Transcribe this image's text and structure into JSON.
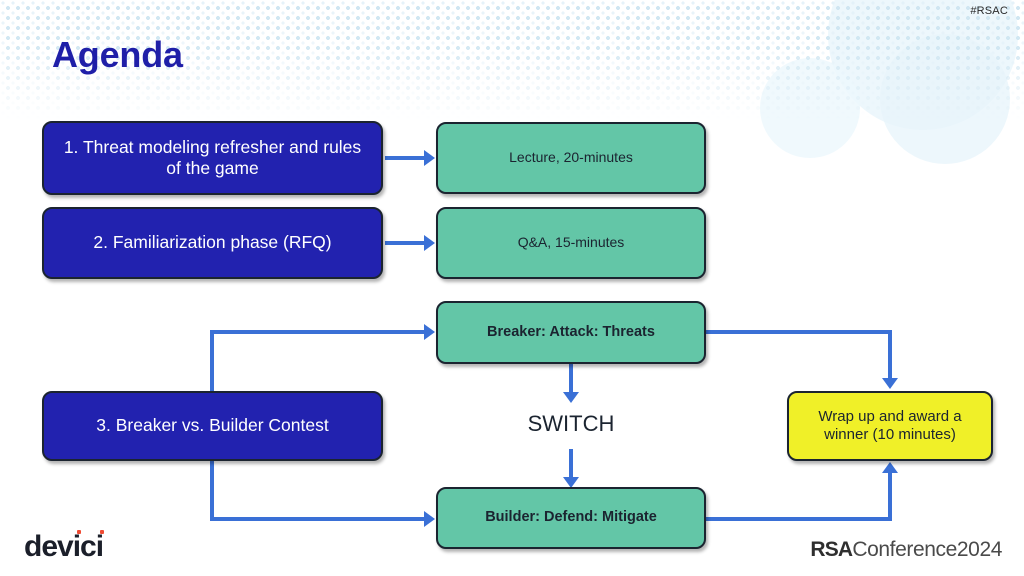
{
  "slide": {
    "title": "Agenda",
    "hashtag": "#RSAC",
    "accent_blue": "#2222af",
    "accent_green": "#63c6a7",
    "accent_yellow": "#f0f028",
    "connector_blue": "#3a70d6",
    "title_color": "#1f1fa8"
  },
  "agenda_items": [
    {
      "label": "1. Threat modeling refresher and rules of the game"
    },
    {
      "label": "2. Familiarization phase (RFQ)"
    },
    {
      "label": "3. Breaker vs. Builder Contest"
    }
  ],
  "activities": {
    "lecture": "Lecture, 20-minutes",
    "qa": "Q&A, 15-minutes",
    "breaker": "Breaker: Attack: Threats",
    "builder": "Builder: Defend: Mitigate",
    "switch": "SWITCH",
    "wrap_up": "Wrap up and award a winner (10 minutes)"
  },
  "footer": {
    "logo_part1": "dev",
    "logo_part2": "i",
    "logo_part3": "c",
    "logo_part4": "i",
    "logo_full": "devici",
    "rsa_mark": "RSA",
    "rsa_rest": "Conference2024"
  }
}
